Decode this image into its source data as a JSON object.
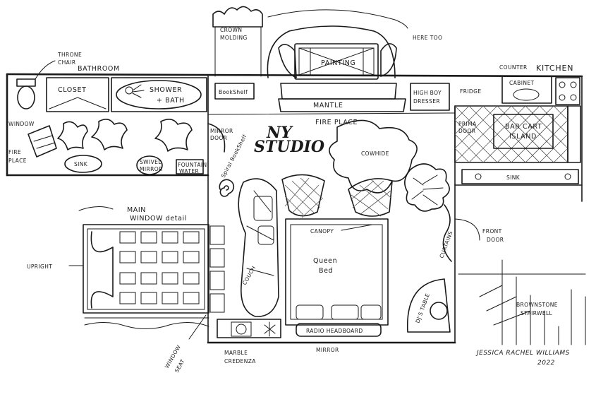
{
  "diagram": {
    "labels": {
      "crown_molding_1": "CROWN",
      "crown_molding_2": "MOLDING",
      "here_too": "HERE TOO",
      "throne_chair_1": "THRONE",
      "throne_chair_2": "CHAIR",
      "bathroom": "BATHROOM",
      "closet": "CLOSET",
      "shower_bath_1": "SHOWER",
      "shower_bath_2": "+ BATH",
      "painting": "PAINTING",
      "bookshelf": "BookShelf",
      "mantle": "MANTLE",
      "fire_place_main": "FIRE PLACE",
      "high_boy_dresser_1": "HIGH BOY",
      "high_boy_dresser_2": "DRESSER",
      "fridge": "FRIDGE",
      "counter": "COUNTER",
      "cabinet": "CABINET",
      "kitchen": "KITCHEN",
      "window": "WINDOW",
      "fire_place_left_1": "FIRE",
      "fire_place_left_2": "PLACE",
      "sink_bath": "SINK",
      "swivel_mirror_1": "SWIVEL",
      "swivel_mirror_2": "MIRROR",
      "fountain_water_1": "FOUNTAIN",
      "fountain_water_2": "WATER",
      "mirror_door_1": "MIRROR",
      "mirror_door_2": "DOOR",
      "logo_1": "NY",
      "logo_2": "STUDIO",
      "cowhide": "COWHIDE",
      "prima_door_1": "PRIMA",
      "prima_door_2": "DOOR",
      "bar_cart_1": "BAR CART",
      "bar_cart_2": "ISLAND",
      "sink_kitchen": "SINK",
      "spiral_bookshelf": "Spiral BookShelf",
      "main_window_1": "MAIN",
      "main_window_2": "WINDOW detail",
      "canopy": "CANOPY",
      "queen_bed_1": "Queen",
      "queen_bed_2": "Bed",
      "front_door_1": "FRONT",
      "front_door_2": "DOOR",
      "curtains": "CURTAINS",
      "upright": "UPRIGHT",
      "couch": "COUCH",
      "djs_table": "DJ'S TABLE",
      "brownstone_1": "BROWNSTONE",
      "brownstone_2": "STAIRWELL",
      "radio_headboard": "RADIO HEADBOARD",
      "window_seat_1": "WINDOW",
      "window_seat_2": "SEAT",
      "marble_credenza_1": "MARBLE",
      "marble_credenza_2": "CREDENZA",
      "mirror_bottom": "MIRROR",
      "signature_1": "JESSICA RACHEL WILLIAMS",
      "signature_2": "2022"
    },
    "colors": {
      "ink": "#1a1a1a",
      "paper": "#ffffff"
    }
  }
}
